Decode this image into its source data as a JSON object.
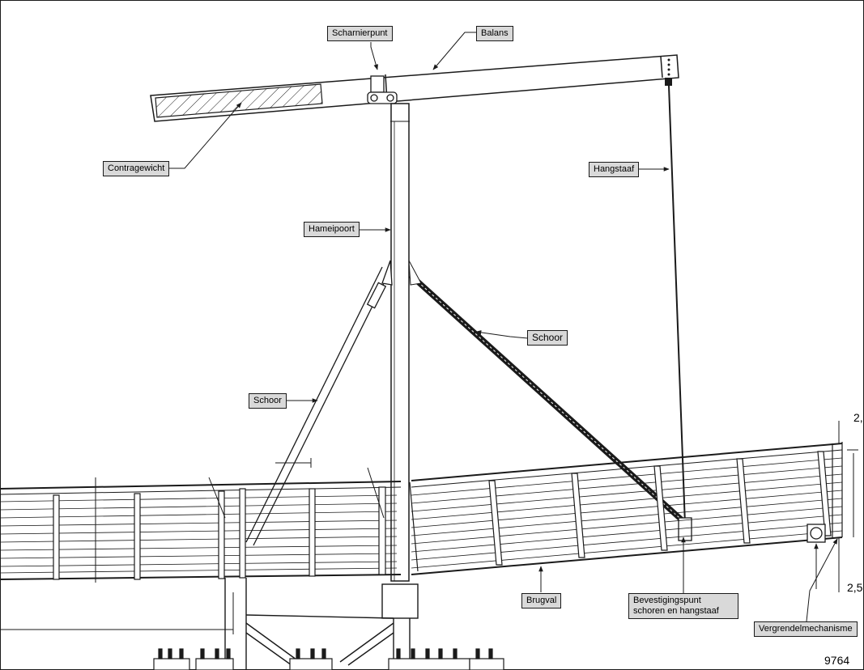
{
  "labels": {
    "scharnierpunt": "Scharnierpunt",
    "balans": "Balans",
    "contragewicht": "Contragewicht",
    "hangstaaf": "Hangstaaf",
    "hameipoort": "Hameipoort",
    "schoor_right": "Schoor",
    "schoor_left": "Schoor",
    "brugval": "Brugval",
    "bevestigingspunt": "Bevestigingspunt schoren en hangstaaf",
    "vergrendel": "Vergrendelmechanisme"
  },
  "corner": {
    "code": "9764",
    "dim_top": "2,",
    "dim_bottom": "2,5"
  },
  "colors": {
    "line": "#1a1a1a",
    "label_bg": "#d9d9d9"
  }
}
